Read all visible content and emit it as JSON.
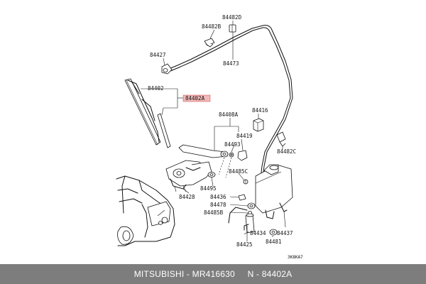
{
  "parts": {
    "p84482D": "84482D",
    "p84482B": "84482B",
    "p84473": "84473",
    "p84427": "84427",
    "p84402": "84402",
    "p84402A": "84402A",
    "p84408A": "84408A",
    "p84416": "84416",
    "p84419": "84419",
    "p84493": "84493",
    "p84482C": "84482C",
    "p84485C": "84485C",
    "p84495": "84495",
    "p84428": "84428",
    "p84436": "84436",
    "p84478": "84478",
    "p84485B": "84485B",
    "p84434": "84434",
    "p84437": "84437",
    "p84481": "84481",
    "p84425": "84425"
  },
  "diagram_code": "3K8KA7",
  "highlight_color": "#f2b8b8",
  "caption": "MITSUBISHI - MR416630     N - 84402A"
}
